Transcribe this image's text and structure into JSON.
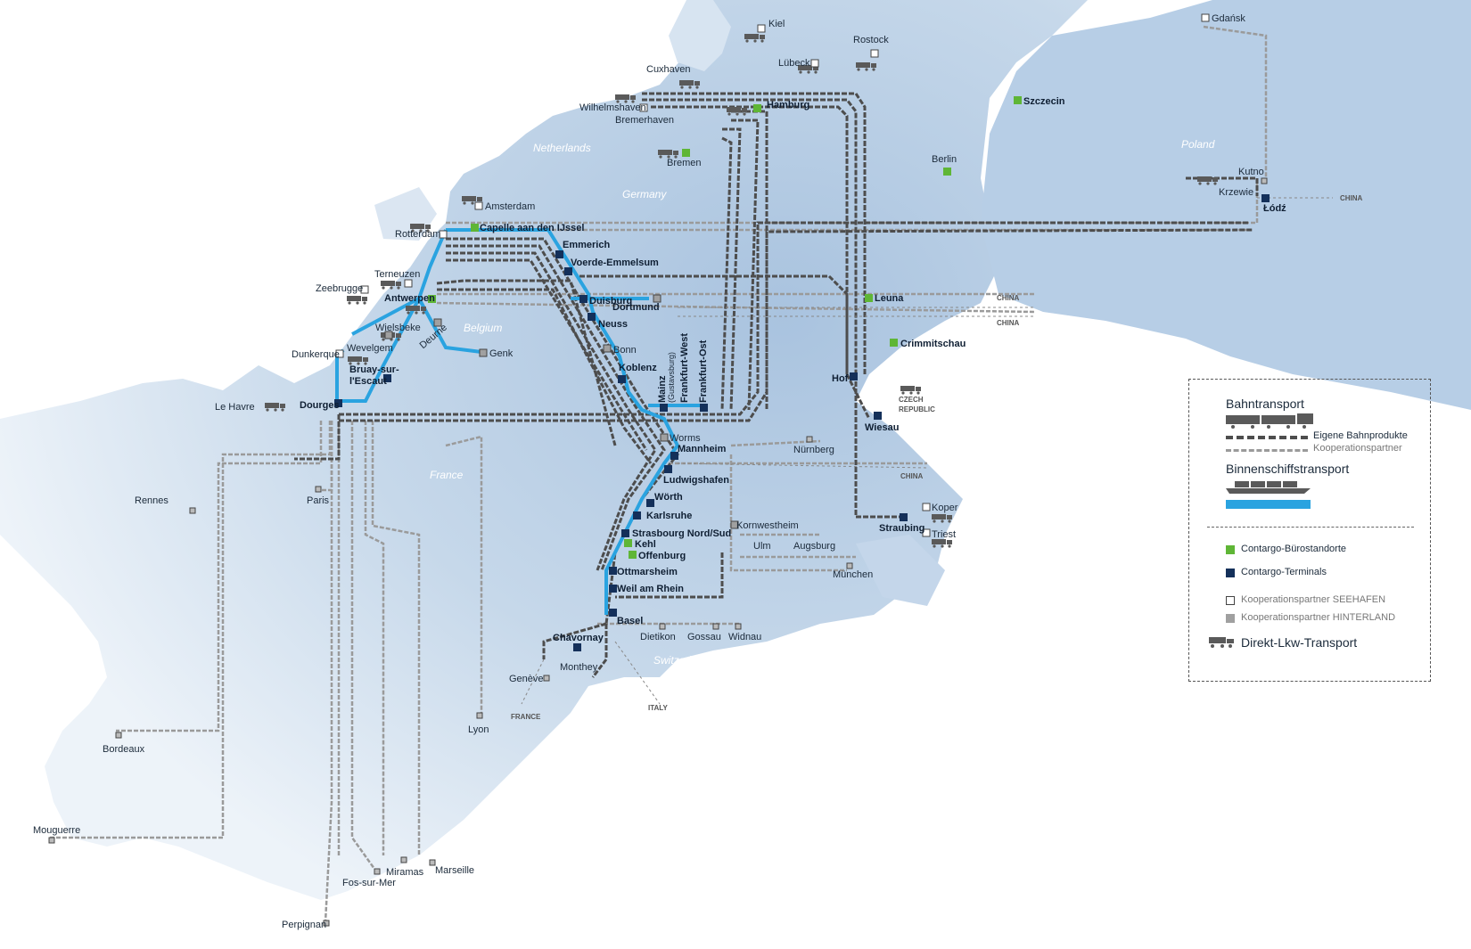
{
  "colors": {
    "land": "#c9d9ea",
    "land_light": "#e6eef7",
    "rail_own": "#4d4d4d",
    "rail_partner": "#9a9a9a",
    "inland_water": "#2aa3e0",
    "office": "#5fb636",
    "terminal": "#14305a",
    "partner_port": "#ffffff",
    "partner_hinterland": "#a0a0a0"
  },
  "countries": [
    "Netherlands",
    "Germany",
    "Belgium",
    "France",
    "Switzerland",
    "Poland"
  ],
  "direction_labels": {
    "china": "CHINA",
    "italy": "ITALY",
    "france": "FRANCE",
    "czech_1": "CZECH",
    "czech_2": "REPUBLIC"
  },
  "cities": {
    "kiel": "Kiel",
    "rostock": "Rostock",
    "gdansk": "Gdańsk",
    "luebeck": "Lübeck",
    "cuxhaven": "Cuxhaven",
    "wilhelmshaven": "Wilhelmshaven",
    "bremerhaven": "Bremerhaven",
    "hamburg": "Hamburg",
    "szczecin": "Szczecin",
    "bremen": "Bremen",
    "berlin": "Berlin",
    "kutno": "Kutno",
    "krzewie": "Krzewie",
    "lodz": "Łódź",
    "amsterdam": "Amsterdam",
    "rotterdam": "Rotterdam",
    "capelle": "Capelle aan den IJssel",
    "emmerich": "Emmerich",
    "voerde": "Voerde-Emmelsum",
    "terneuzen": "Terneuzen",
    "zeebrugge": "Zeebrugge",
    "antwerpen": "Antwerpen",
    "duisburg": "Duisburg",
    "dortmund": "Dortmund",
    "leuna": "Leuna",
    "neuss": "Neuss",
    "wielsbeke": "Wielsbeke",
    "deurne": "Deurne",
    "wevelgem": "Wevelgem",
    "genk": "Genk",
    "bonn": "Bonn",
    "dunkerque": "Dunkerque",
    "bruay_1": "Bruay-sur-",
    "bruay_2": "l'Escaut",
    "crimmitschau": "Crimmitschau",
    "koblenz": "Koblenz",
    "hof": "Hof",
    "mainz": "Mainz",
    "gustavsburg": "(Gustavsburg)",
    "frankfurt_west": "Frankfurt-West",
    "frankfurt_ost": "Frankfurt-Ost",
    "le_havre": "Le Havre",
    "dourges": "Dourges",
    "wiesau": "Wiesau",
    "worms": "Worms",
    "mannheim": "Mannheim",
    "nuernberg": "Nürnberg",
    "ludwigshafen": "Ludwigshafen",
    "rennes": "Rennes",
    "paris": "Paris",
    "woerth": "Wörth",
    "koper": "Koper",
    "karlsruhe": "Karlsruhe",
    "straubing": "Straubing",
    "kornwestheim": "Kornwestheim",
    "triest": "Triest",
    "strasbourg": "Strasbourg Nord/Sud",
    "kehl": "Kehl",
    "ulm": "Ulm",
    "augsburg": "Augsburg",
    "offenburg": "Offenburg",
    "muenchen": "München",
    "ottmarsheim": "Ottmarsheim",
    "weil": "Weil am Rhein",
    "basel": "Basel",
    "chavornay": "Chavornay",
    "dietikon": "Dietikon",
    "gossau": "Gossau",
    "widnau": "Widnau",
    "monthey": "Monthey",
    "geneve": "Genève",
    "lyon": "Lyon",
    "bordeaux": "Bordeaux",
    "mouguerre": "Mouguerre",
    "miramas": "Miramas",
    "marseille": "Marseille",
    "fos": "Fos-sur-Mer",
    "perpignan": "Perpignan"
  },
  "legend": {
    "rail_title": "Bahntransport",
    "own_products": "Eigene Bahnprodukte",
    "coop_partners": "Kooperationspartner",
    "ship_title": "Binnenschiffstransport",
    "offices": "Contargo-Bürostandorte",
    "terminals": "Contargo-Terminals",
    "partner_ports": "Kooperationspartner SEEHAFEN",
    "partner_hinterland": "Kooperationspartner HINTERLAND",
    "truck": "Direkt-Lkw-Transport"
  }
}
